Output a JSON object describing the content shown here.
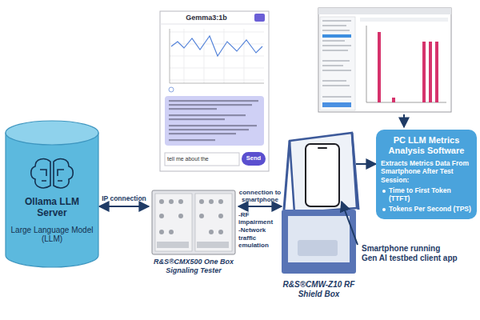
{
  "diagram": {
    "nodes": [
      {
        "text": [
          "Ollama LLM Server",
          "Large Language Model (LLM)"
        ]
      },
      {
        "text": [
          "R&S®CMX500 One Box Signaling Tester"
        ]
      },
      {
        "text": [
          "R&S®CMW-Z10 RF Shield Box"
        ]
      },
      {
        "text": [
          "PC LLM Metrics Analysis Software",
          "Extracts Metrics Data From Smartphone After Test Session:",
          "Time to First Token (TTFT)",
          "Tokens Per Second (TPS)"
        ]
      }
    ],
    "edges": [
      {
        "from": 0,
        "to": 1,
        "arrow": "both",
        "label": "IP connection"
      },
      {
        "from": 1,
        "to": 2,
        "arrow": "both",
        "label": "connection to smartphone"
      },
      {
        "from": 2,
        "to": 3,
        "arrow": "to"
      }
    ],
    "labels": [
      "Gemma3:1b",
      "tell me about the",
      "Send",
      "-RF impairment",
      "-Network traffic emulation",
      "Smartphone running Gen AI testbed client app"
    ]
  }
}
